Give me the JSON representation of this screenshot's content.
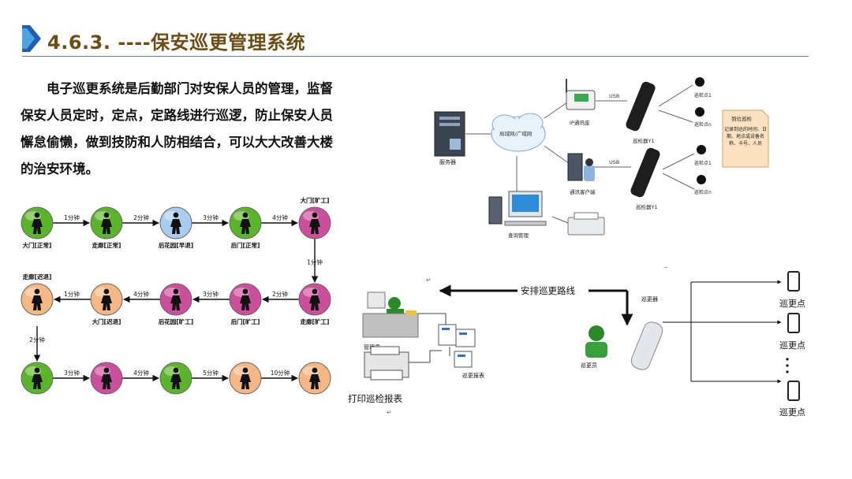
{
  "title": {
    "number": "4.6.3.",
    "text": "----保安巡更管理系统"
  },
  "intro": "电子巡更系统是后勤部门对安保人员的管理，监督保安人员定时，定点，定路线进行巡逻，防止保安人员懈怠偷懒，做到技防和人防相结合，可以大大改善大楼的治安环境。",
  "route": {
    "nodes": [
      {
        "label": "大门[正常]",
        "color": "#5bb52a"
      },
      {
        "label": "走廊[正常]",
        "color": "#5bb52a"
      },
      {
        "label": "后花园[早退]",
        "color": "#a9cdf0"
      },
      {
        "label": "后门[正常]",
        "color": "#5bb52a"
      },
      {
        "label": "大门[旷工]",
        "color": "#cc4f9c"
      },
      {
        "label": "走廊[旷工]",
        "color": "#cc4f9c"
      },
      {
        "label": "后门[旷工]",
        "color": "#cc4f9c"
      },
      {
        "label": "后花园[旷工]",
        "color": "#cc4f9c"
      },
      {
        "label": "大门[迟退]",
        "color": "#f5b783"
      },
      {
        "label": "走廊[迟退]",
        "color": "#f5b783"
      },
      {
        "label": "",
        "color": "#5bb52a"
      },
      {
        "label": "",
        "color": "#cc4f9c"
      },
      {
        "label": "",
        "color": "#5bb52a"
      },
      {
        "label": "",
        "color": "#f5b783"
      },
      {
        "label": "",
        "color": "#f5b783"
      }
    ],
    "times": [
      "1分钟",
      "2分钟",
      "3分钟",
      "4分钟",
      "1分钟",
      "2分钟",
      "3分钟",
      "4分钟",
      "1分钟",
      "2分钟",
      "3分钟",
      "4分钟",
      "5分钟",
      "10分钟"
    ]
  },
  "network": {
    "server": "服务器",
    "cloud": "局域网/广域网",
    "ip_station": "IP通讯座",
    "usb1": "USB",
    "usb2": "USB",
    "reader1": "巡检器Y1",
    "reader2": "巡检器Y1",
    "client": "通讯客户端",
    "query": "查询管理",
    "point1": "巡检点1",
    "pointn1": "巡检点n",
    "point2": "巡检点1",
    "pointn2": "巡检点n",
    "note_title": "到位巡检",
    "note_body": "记录到达的时间、日期、地点或设备名称、卡号、人员"
  },
  "flow": {
    "arrange": "安排巡更路线",
    "manager": "管理员",
    "print": "打印巡检报表",
    "report": "巡更报表",
    "device": "巡更器",
    "patrol": "巡更员",
    "points": [
      "巡更点",
      "巡更点",
      "巡更点"
    ]
  }
}
